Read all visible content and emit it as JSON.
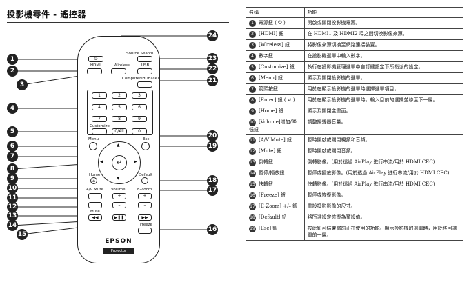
{
  "page_title": "投影機零件 - 遙控器",
  "remote": {
    "source_search": "Source Search",
    "hdmi": "HDMI",
    "wireless": "Wireless",
    "usb": "USB",
    "computer_hdbaset": "Computer/HDBaseT",
    "keys": [
      "1",
      "2",
      "3",
      "4",
      "5",
      "6",
      "7",
      "8",
      "9",
      "0/All",
      "0"
    ],
    "customize": "Customize",
    "menu": "Menu",
    "esc": "Esc",
    "home": "Home",
    "default": "Default",
    "volume": "Volume",
    "av_mute": "A/V Mute",
    "e_zoom": "E-Zoom",
    "mute": "Mute",
    "freeze": "Freeze",
    "brand": "EPSON",
    "brand_sub": "Projector"
  },
  "callout_numbers": [
    "1",
    "2",
    "3",
    "4",
    "5",
    "6",
    "7",
    "8",
    "9",
    "10",
    "11",
    "12",
    "13",
    "14",
    "15",
    "16",
    "17",
    "18",
    "19",
    "20",
    "21",
    "22",
    "23",
    "24"
  ],
  "table": {
    "header_name": "名稱",
    "header_func": "功能",
    "rows": [
      {
        "num": "1",
        "name": "電源鈕 ( ⏻ )",
        "func": "開啟或關閉投影機電源。"
      },
      {
        "num": "2",
        "name": "[HDMI] 鈕",
        "func": "在 HDMI1 及 HDMI2 埠之間切換影像來源。"
      },
      {
        "num": "3",
        "name": "[Wireless] 鈕",
        "func": "將影像來源切換至網路連接裝置。"
      },
      {
        "num": "4",
        "name": "數字鈕",
        "func": "在投影機選單中輸入數字。"
      },
      {
        "num": "5",
        "name": "[Customize] 鈕",
        "func": "執行在投影機管理選單中自訂鍵設定下所指派的設定。"
      },
      {
        "num": "6",
        "name": "[Menu] 鈕",
        "func": "顯示及關閉投影機的選單。"
      },
      {
        "num": "7",
        "name": "箭頭按鈕",
        "func": "用於在顯示投影機的選單時選擇選單項目。"
      },
      {
        "num": "8",
        "name": "[Enter] 鈕 ( ↵ )",
        "func": "用於在顯示投影機的選單時，輸入目前的選擇並移至下一層。"
      },
      {
        "num": "9",
        "name": "[Home] 鈕",
        "func": "顯示及關閉主畫面。"
      },
      {
        "num": "10",
        "name": "[Volume]增加/降低鈕",
        "func": "調整揚聲器音量。"
      },
      {
        "num": "11",
        "name": "[A/V Mute] 鈕",
        "func": "暫時開啟或關閉視頻和音頻。"
      },
      {
        "num": "12",
        "name": "[Mute] 鈕",
        "func": "暫時開啟或關閉音頻。"
      },
      {
        "num": "13",
        "name": "倒轉鈕",
        "func": "倒轉影像。(用於透過 AirPlay 進行串流/用於 HDMI CEC)"
      },
      {
        "num": "14",
        "name": "暫停/播放鈕",
        "func": "暫停或播放影像。(用於透過 AirPlay 進行串流/用於 HDMI CEC)"
      },
      {
        "num": "15",
        "name": "快轉鈕",
        "func": "快轉影像。(用於透過 AirPlay 進行串流/用於 HDMI CEC)"
      },
      {
        "num": "16",
        "name": "[Freeze] 鈕",
        "func": "暫停或恢復影像。"
      },
      {
        "num": "17",
        "name": "[E-Zoom] +/– 鈕",
        "func": "重設投影影像的尺寸。"
      },
      {
        "num": "18",
        "name": "[Default] 鈕",
        "func": "將所選設定恢復為預設值。"
      },
      {
        "num": "19",
        "name": "[Esc] 鈕",
        "func": "按此鈕可結束當前正在使用的功能。顯示投影機的選單時，用於移回選單前一層。"
      }
    ]
  }
}
